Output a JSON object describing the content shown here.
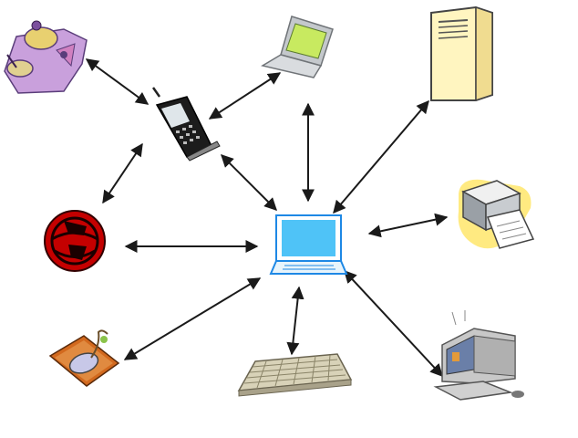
{
  "diagram": {
    "hub": {
      "name": "laptop-computer",
      "icon": "laptop-icon"
    },
    "nodes": [
      {
        "id": "satellite-dish",
        "icon": "satellite-dish-icon"
      },
      {
        "id": "laptop-small",
        "icon": "laptop-icon"
      },
      {
        "id": "server-tower",
        "icon": "server-tower-icon"
      },
      {
        "id": "mobile-phone",
        "icon": "mobile-phone-icon"
      },
      {
        "id": "printer",
        "icon": "printer-icon"
      },
      {
        "id": "network-globe",
        "icon": "globe-icon"
      },
      {
        "id": "mouse-pad",
        "icon": "mouse-icon"
      },
      {
        "id": "keyboard",
        "icon": "keyboard-icon"
      },
      {
        "id": "desktop-computer",
        "icon": "desktop-computer-icon"
      }
    ],
    "connections": [
      [
        "satellite-dish",
        "mobile-phone"
      ],
      [
        "mobile-phone",
        "laptop-small"
      ],
      [
        "mobile-phone",
        "network-globe"
      ],
      [
        "mobile-phone",
        "laptop-computer"
      ],
      [
        "laptop-small",
        "laptop-computer"
      ],
      [
        "server-tower",
        "laptop-computer"
      ],
      [
        "printer",
        "laptop-computer"
      ],
      [
        "network-globe",
        "laptop-computer"
      ],
      [
        "mouse-pad",
        "laptop-computer"
      ],
      [
        "keyboard",
        "laptop-computer"
      ],
      [
        "desktop-computer",
        "laptop-computer"
      ]
    ],
    "colors": {
      "arrow": "#1a1a1a",
      "screen": "#4fc3f7",
      "laptop_outline": "#1e88e5",
      "server": "#fff5c0",
      "globe": "#d50000"
    }
  }
}
